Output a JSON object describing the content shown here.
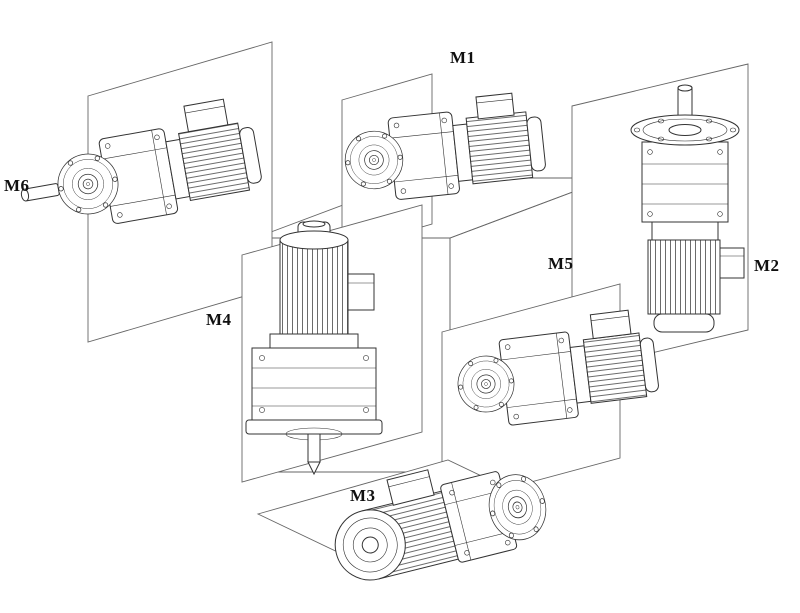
{
  "diagram": {
    "background_color": "#ffffff",
    "line_color": "#333333",
    "labels": {
      "m1": "M1",
      "m2": "M2",
      "m3": "M3",
      "m4": "M4",
      "m5": "M5",
      "m6": "M6"
    }
  }
}
